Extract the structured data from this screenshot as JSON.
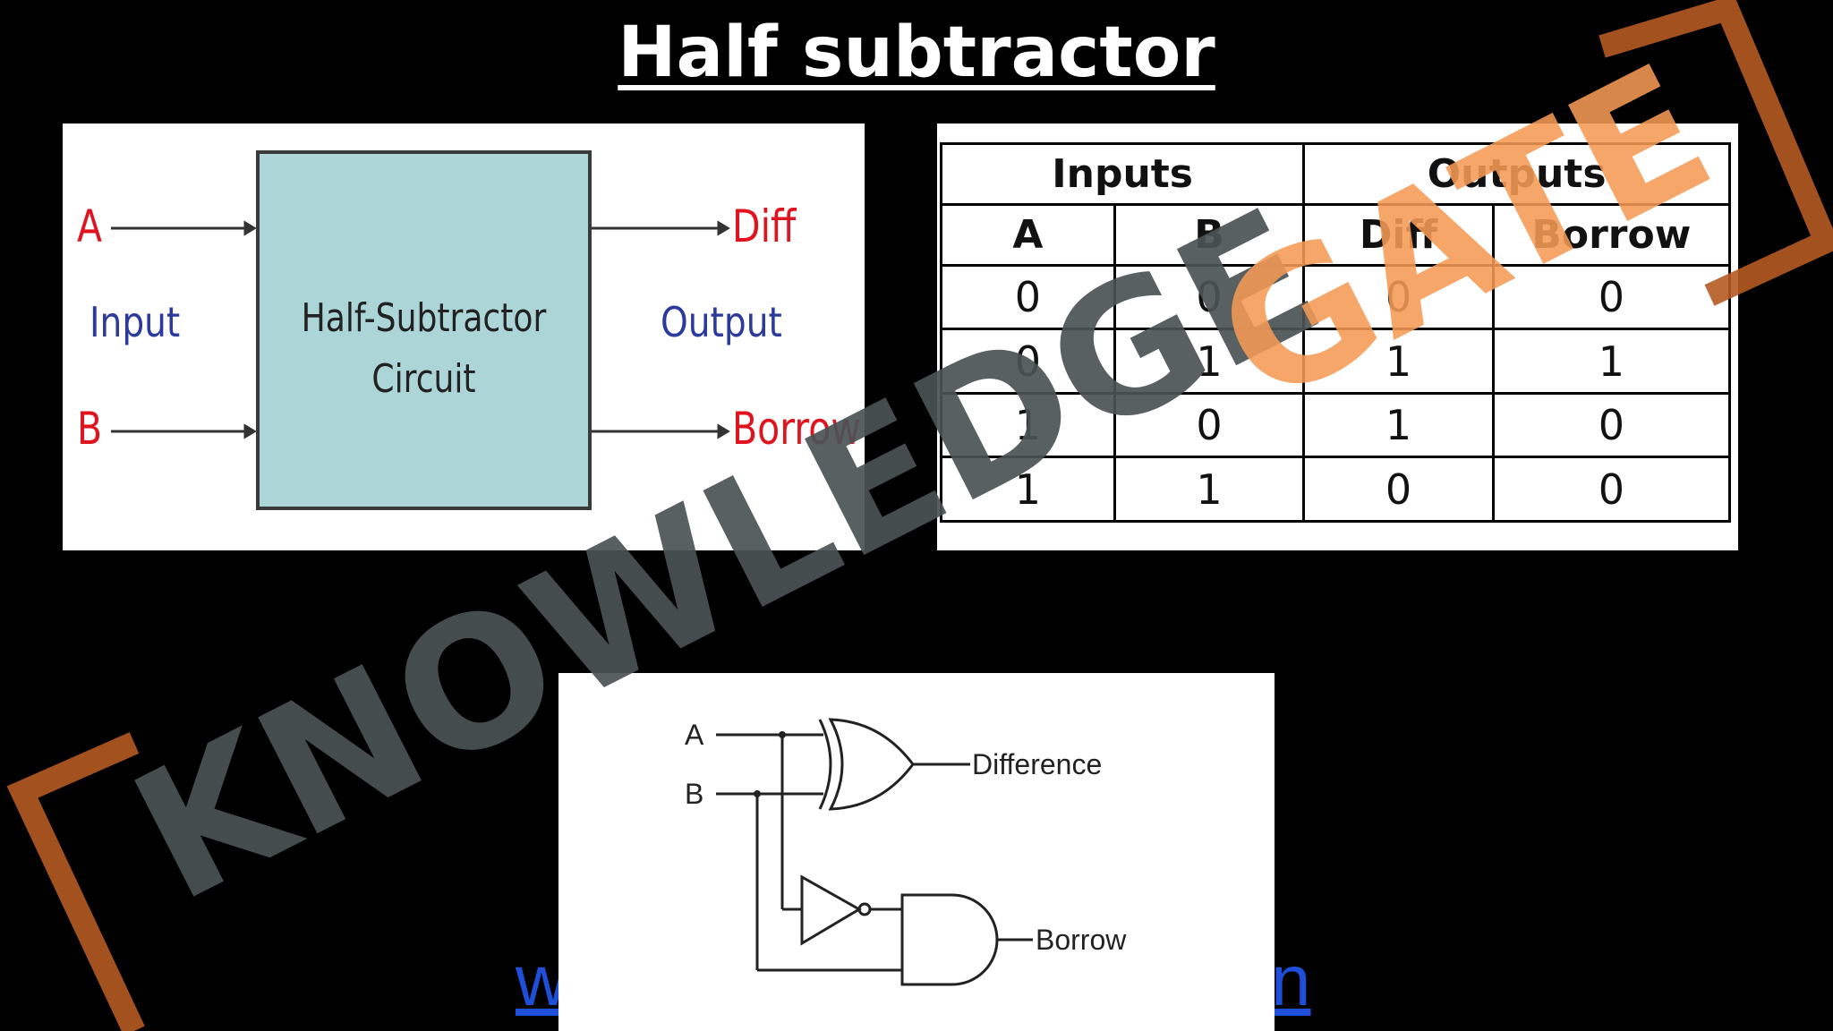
{
  "title": "Half subtractor",
  "block_diagram": {
    "input_a": "A",
    "input_b": "B",
    "input_label": "Input",
    "block_line1": "Half-Subtractor",
    "block_line2": "Circuit",
    "output_label": "Output",
    "output_diff": "Diff",
    "output_borrow": "Borrow"
  },
  "truth_table": {
    "group_headers": [
      "Inputs",
      "Outputs"
    ],
    "columns": [
      "A",
      "B",
      "Diff",
      "Borrow"
    ],
    "rows": [
      [
        "0",
        "0",
        "0",
        "0"
      ],
      [
        "0",
        "1",
        "1",
        "1"
      ],
      [
        "1",
        "0",
        "1",
        "0"
      ],
      [
        "1",
        "1",
        "0",
        "0"
      ]
    ]
  },
  "gate_diagram": {
    "input_a": "A",
    "input_b": "B",
    "out_difference": "Difference",
    "out_borrow": "Borrow"
  },
  "link_fragments": {
    "left": "w",
    "right": "n"
  },
  "watermark": {
    "text_dark": "KNOWLEDGE",
    "text_orange": "GATE",
    "color_dark": "#4a5355",
    "color_orange": "#f59a55",
    "bracket_color": "#b45a22"
  },
  "colors": {
    "label_red": "#e0141f",
    "label_blue": "#2b3a9b",
    "block_fill": "#acd5d8",
    "link_blue": "#1f4fd8"
  }
}
